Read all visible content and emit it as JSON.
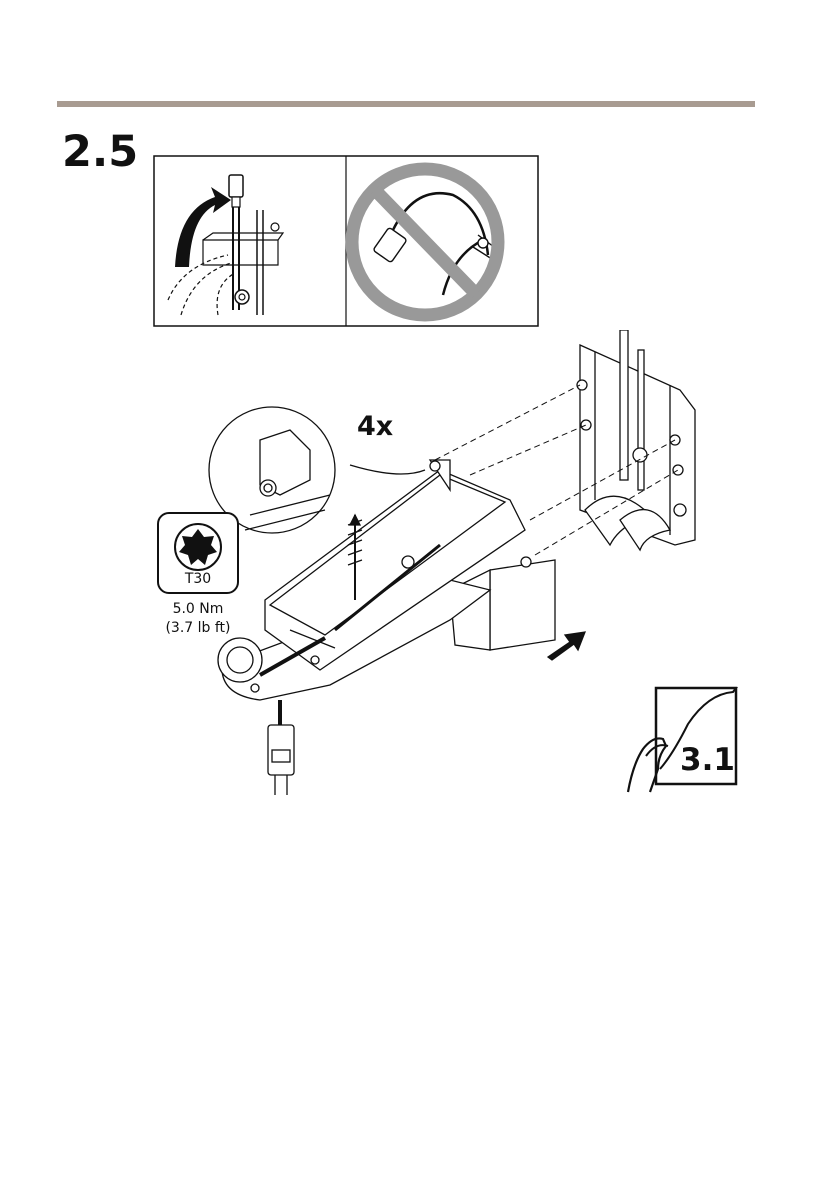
{
  "page": {
    "step_number": "2.5",
    "fastener_count": "4x",
    "tool": {
      "name": "T30",
      "icon": "torx-bit-icon"
    },
    "torque": {
      "metric": "5.0 Nm",
      "imperial": "(3.7 lb ft)"
    },
    "next_step_reference": "3.1",
    "colors": {
      "rule": "#a89b91",
      "line_art": "#111111",
      "prohibition": "#999999"
    }
  }
}
